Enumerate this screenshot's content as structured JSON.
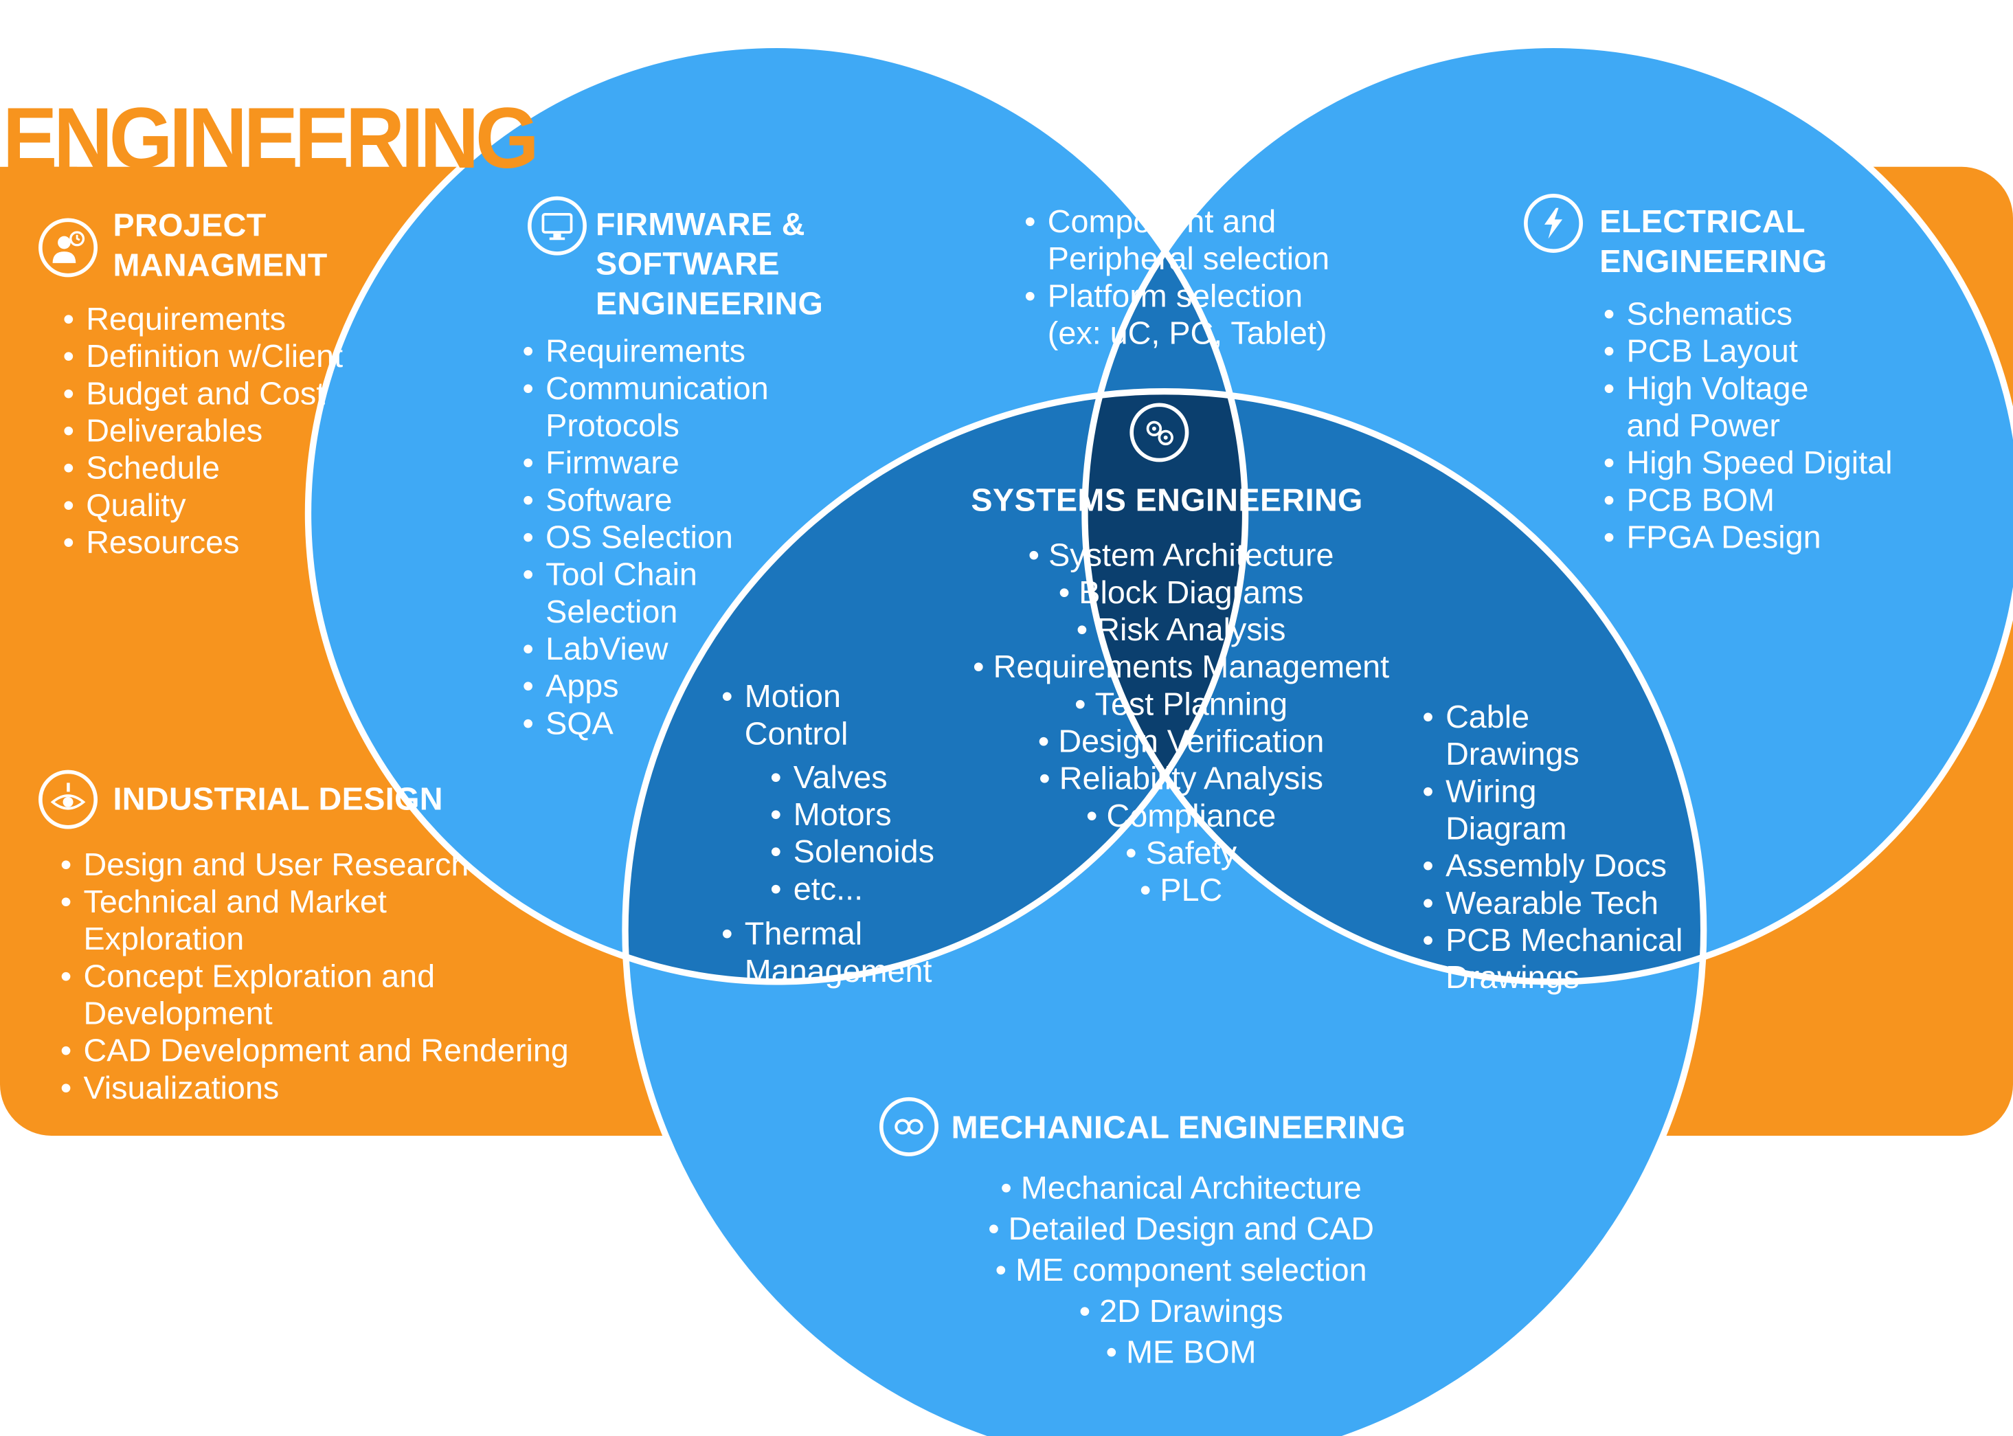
{
  "title": "ENGINEERING",
  "colors": {
    "orange": "#F7941E",
    "light_blue": "#3FA9F5",
    "mid_blue": "#1B75BC",
    "dark_blue": "#0B3F6E",
    "outline": "#ffffff"
  },
  "project_management": {
    "heading_line1": "PROJECT",
    "heading_line2": "MANAGMENT",
    "icon": "project-manager-icon",
    "items": [
      "Requirements",
      "Definition w/Client",
      "Budget and Cost",
      "Deliverables",
      "Schedule",
      "Quality",
      "Resources"
    ]
  },
  "industrial_design": {
    "heading": "INDUSTRIAL DESIGN",
    "icon": "eye-icon",
    "items": [
      "Design and User Research",
      "Technical and Market\nExploration",
      "Concept Exploration and\nDevelopment",
      "CAD Development and Rendering",
      "Visualizations"
    ]
  },
  "firmware_software": {
    "heading_line1": "FIRMWARE &",
    "heading_line2": "SOFTWARE",
    "heading_line3": "ENGINEERING",
    "icon": "monitor-icon",
    "items": [
      "Requirements",
      "Communication\nProtocols",
      "Firmware",
      "Software",
      "OS Selection",
      "Tool Chain\nSelection",
      "LabView",
      "Apps",
      "SQA"
    ]
  },
  "electrical": {
    "heading_line1": "ELECTRICAL",
    "heading_line2": "ENGINEERING",
    "icon": "lightning-icon",
    "items": [
      "Schematics",
      "PCB Layout",
      "High Voltage\nand Power",
      "High Speed Digital",
      "PCB BOM",
      "FPGA Design"
    ]
  },
  "firmware_electrical_overlap": {
    "items": [
      "Component and\nPeripheral selection",
      "Platform selection\n(ex: uC, PC, Tablet)"
    ]
  },
  "firmware_mechanical_overlap": {
    "items_top": [
      "Motion\nControl"
    ],
    "sub_items": [
      "Valves",
      "Motors",
      "Solenoids",
      "etc..."
    ],
    "items_bottom": [
      "Thermal\nManagement"
    ]
  },
  "electrical_mechanical_overlap": {
    "items": [
      "Cable\nDrawings",
      "Wiring\nDiagram",
      "Assembly Docs",
      "Wearable Tech",
      "PCB Mechanical\nDrawings"
    ]
  },
  "systems": {
    "heading": "SYSTEMS ENGINEERING",
    "icon": "systems-gears-icon",
    "items": [
      "System Architecture",
      "Block Diagrams",
      "Risk Analysis",
      "Requirements Management",
      "Test Planning",
      "Design Verification",
      "Reliability Analysis",
      "Compliance",
      "Safety",
      "PLC"
    ]
  },
  "mechanical": {
    "heading": "MECHANICAL ENGINEERING",
    "icon": "gears-icon",
    "items": [
      "Mechanical Architecture",
      "Detailed Design and CAD",
      "ME component selection",
      "2D Drawings",
      "ME BOM"
    ]
  }
}
